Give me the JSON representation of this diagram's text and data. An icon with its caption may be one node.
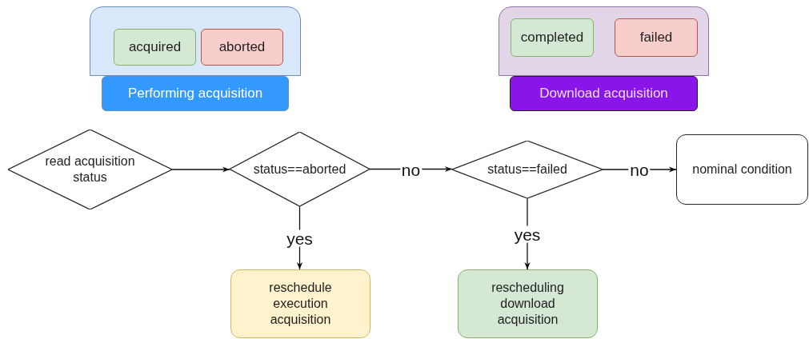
{
  "diagram": {
    "nodes": [
      {
        "text": [],
        "shape": "box"
      },
      {
        "text": [
          "acquired"
        ],
        "in": 0
      },
      {
        "text": [
          "aborted"
        ],
        "in": 0
      },
      {
        "text": [
          "Performing acquisition"
        ]
      },
      {
        "text": [],
        "shape": "box"
      },
      {
        "text": [
          "completed"
        ],
        "in": 4
      },
      {
        "text": [
          "failed"
        ],
        "in": 4
      },
      {
        "text": [
          "Download acquisition"
        ]
      },
      {
        "text": [
          "read acquisition status"
        ]
      },
      {
        "text": [
          "status==aborted"
        ]
      },
      {
        "text": [
          "status==failed"
        ]
      },
      {
        "text": [
          "nominal condition"
        ]
      },
      {
        "text": [
          "reschedule execution acquisition"
        ]
      },
      {
        "text": [
          "rescheduling download acquisition"
        ]
      }
    ],
    "edges": [
      {
        "from": 8,
        "to": 9,
        "arrow": "to"
      },
      {
        "from": 9,
        "to": 10,
        "arrow": "to",
        "label": "no"
      },
      {
        "from": 10,
        "to": 11,
        "arrow": "to",
        "label": "no"
      },
      {
        "from": 9,
        "to": 12,
        "arrow": "to",
        "label": "yes"
      },
      {
        "from": 10,
        "to": 13,
        "arrow": "to",
        "label": "yes"
      }
    ]
  }
}
